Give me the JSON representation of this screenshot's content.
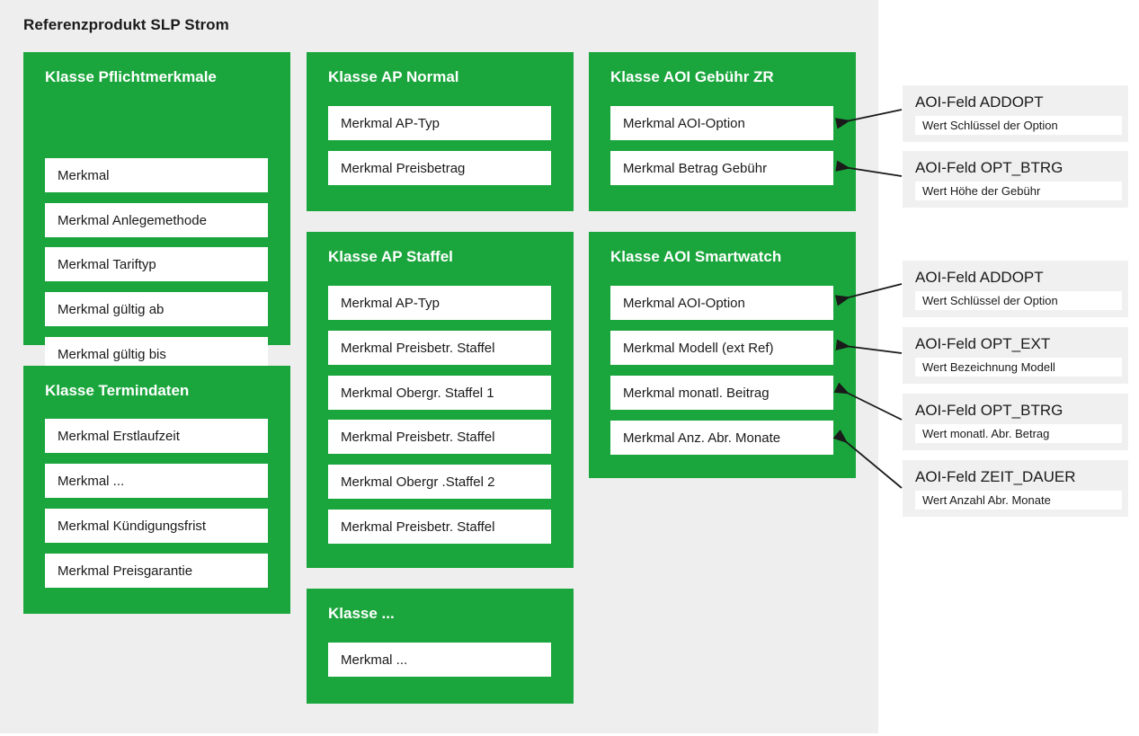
{
  "diagram": {
    "title": "Referenzprodukt SLP Strom",
    "colors": {
      "backdrop": "#eeeeee",
      "class_box": "#1aa63c",
      "field_box": "#ffffff",
      "card": "#f0f0f0",
      "text": "#1a1a1a",
      "title_text": "#ffffff",
      "arrow": "#1a1a1a"
    }
  },
  "classes": [
    {
      "id": "pflichtmerkmale",
      "title": "Klasse Pflichtmerkmale",
      "merkmale": [
        "Merkmal",
        "Merkmal Anlegemethode",
        "Merkmal Tariftyp",
        "Merkmal gültig ab",
        "Merkmal gültig bis"
      ]
    },
    {
      "id": "termindaten",
      "title": "Klasse Termindaten",
      "merkmale": [
        "Merkmal Erstlaufzeit",
        "Merkmal ...",
        "Merkmal Kündigungsfrist",
        "Merkmal Preisgarantie"
      ]
    },
    {
      "id": "ap-normal",
      "title": "Klasse AP Normal",
      "merkmale": [
        "Merkmal AP-Typ",
        "Merkmal Preisbetrag"
      ]
    },
    {
      "id": "ap-staffel",
      "title": "Klasse AP Staffel",
      "merkmale": [
        "Merkmal AP-Typ",
        "Merkmal Preisbetr. Staffel",
        "Merkmal Obergr. Staffel 1",
        "Merkmal Preisbetr. Staffel",
        "Merkmal Obergr .Staffel 2",
        "Merkmal Preisbetr. Staffel"
      ]
    },
    {
      "id": "klasse-ellipsis",
      "title": "Klasse ...",
      "merkmale": [
        "Merkmal ..."
      ]
    },
    {
      "id": "aoi-gebuehr-zr",
      "title": "Klasse AOI Gebühr ZR",
      "merkmale": [
        "Merkmal AOI-Option",
        "Merkmal Betrag Gebühr"
      ]
    },
    {
      "id": "aoi-smartwatch",
      "title": "Klasse AOI Smartwatch",
      "merkmale": [
        "Merkmal AOI-Option",
        "Merkmal Modell (ext Ref)",
        "Merkmal monatl. Beitrag",
        "Merkmal Anz. Abr. Monate"
      ]
    }
  ],
  "aoi_fields": [
    {
      "id": "addopt-1",
      "title": "AOI-Feld ADDOPT",
      "value": "Wert Schlüssel der Option"
    },
    {
      "id": "opt-btrg-1",
      "title": "AOI-Feld OPT_BTRG",
      "value": "Wert Höhe der Gebühr"
    },
    {
      "id": "addopt-2",
      "title": "AOI-Feld ADDOPT",
      "value": "Wert Schlüssel der Option"
    },
    {
      "id": "opt-ext",
      "title": "AOI-Feld OPT_EXT",
      "value": "Wert Bezeichnung Modell"
    },
    {
      "id": "opt-btrg-2",
      "title": "AOI-Feld OPT_BTRG",
      "value": "Wert monatl. Abr. Betrag"
    },
    {
      "id": "zeit-dauer",
      "title": "AOI-Feld ZEIT_DAUER",
      "value": "Wert Anzahl Abr. Monate"
    }
  ],
  "connections": [
    {
      "from": "addopt-1",
      "to": "aoi-gebuehr-zr.merkmal.0"
    },
    {
      "from": "opt-btrg-1",
      "to": "aoi-gebuehr-zr.merkmal.1"
    },
    {
      "from": "addopt-2",
      "to": "aoi-smartwatch.merkmal.0"
    },
    {
      "from": "opt-ext",
      "to": "aoi-smartwatch.merkmal.1"
    },
    {
      "from": "opt-btrg-2",
      "to": "aoi-smartwatch.merkmal.2"
    },
    {
      "from": "zeit-dauer",
      "to": "aoi-smartwatch.merkmal.3"
    }
  ]
}
